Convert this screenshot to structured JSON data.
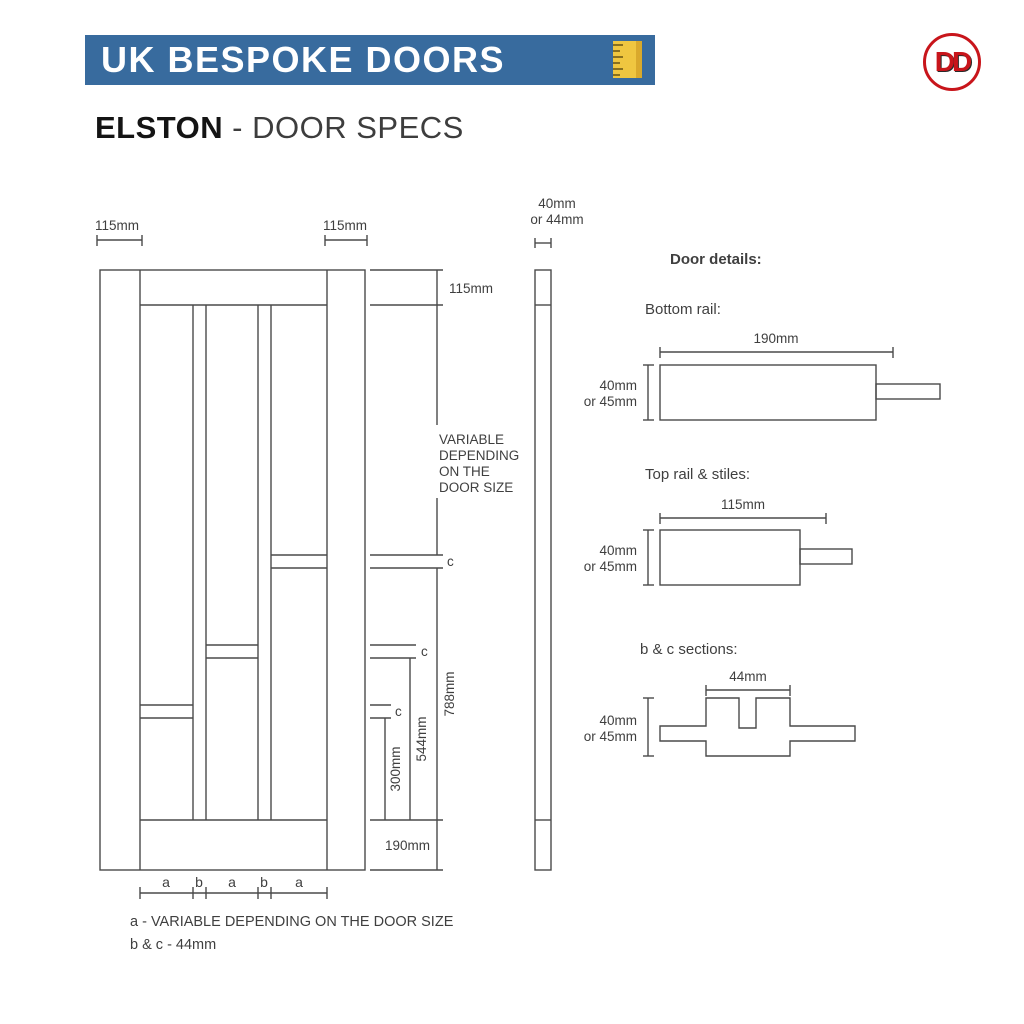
{
  "colors": {
    "banner_bg": "#386B9E",
    "logo_red": "#C8151B",
    "ruler_yellow": "#EFC640",
    "line": "#4A4A4A",
    "text": "#3F3F3F"
  },
  "banner": {
    "title": "UK BESPOKE DOORS"
  },
  "logo": {
    "text": "DD"
  },
  "page_title": {
    "name": "ELSTON",
    "separator_rest": "- DOOR SPECS"
  },
  "front_view": {
    "left_stile_width": "115mm",
    "right_stile_width": "115mm",
    "top_rail_height": "115mm",
    "variable_note": "VARIABLE\nDEPENDING\nON THE\nDOOR SIZE",
    "c_top": "c",
    "c_middle": "c",
    "c_bottom": "c",
    "dim_788": "788mm",
    "dim_544": "544mm",
    "dim_300": "300mm",
    "bottom_rail_height": "190mm",
    "segment_labels": [
      "a",
      "b",
      "a",
      "b",
      "a"
    ]
  },
  "side_view": {
    "thickness": "40mm\nor 44mm"
  },
  "details": {
    "heading": "Door details:",
    "bottom_rail": {
      "label": "Bottom rail:",
      "width": "190mm",
      "thickness": "40mm\nor 45mm"
    },
    "top_rail": {
      "label": "Top rail & stiles:",
      "width": "115mm",
      "thickness": "40mm\nor 45mm"
    },
    "bc_sections": {
      "label": "b & c sections:",
      "width": "44mm",
      "thickness": "40mm\nor 45mm"
    }
  },
  "footnotes": {
    "a": "a - VARIABLE DEPENDING ON THE DOOR SIZE",
    "bc": "b & c - 44mm"
  }
}
